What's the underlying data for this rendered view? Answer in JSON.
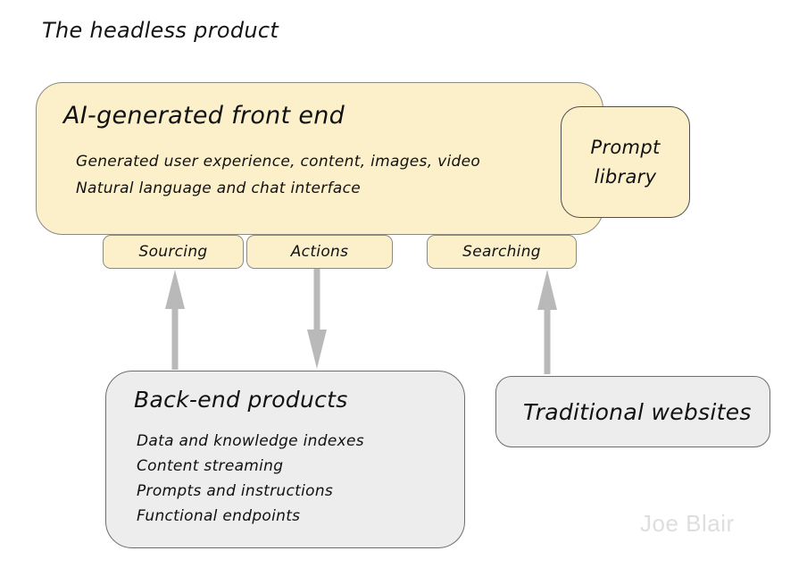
{
  "page": {
    "title": "The headless product",
    "watermark": "Joe Blair"
  },
  "front_end": {
    "title": "AI-generated front end",
    "lines": [
      "Generated user experience, content, images, video",
      "Natural language and chat interface"
    ]
  },
  "prompt_library": {
    "lines": [
      "Prompt",
      "library"
    ]
  },
  "connectors": [
    {
      "label": "Sourcing"
    },
    {
      "label": "Actions"
    },
    {
      "label": "Searching"
    }
  ],
  "back_end": {
    "title": "Back-end products",
    "items": [
      "Data and knowledge indexes",
      "Content streaming",
      "Prompts and instructions",
      "Functional endpoints"
    ]
  },
  "traditional": {
    "title": "Traditional websites"
  },
  "arrows": [
    {
      "name": "backend-to-sourcing",
      "direction": "up"
    },
    {
      "name": "actions-to-backend",
      "direction": "down"
    },
    {
      "name": "websites-to-searching",
      "direction": "up"
    }
  ],
  "colors": {
    "box_cream": "#FCF0CB",
    "box_gray": "#EDEDED",
    "border_cream": "#8B8B82",
    "border_dark": "#4F4F4F",
    "arrow": "#B9B9B9",
    "watermark": "#DEDEDE"
  }
}
